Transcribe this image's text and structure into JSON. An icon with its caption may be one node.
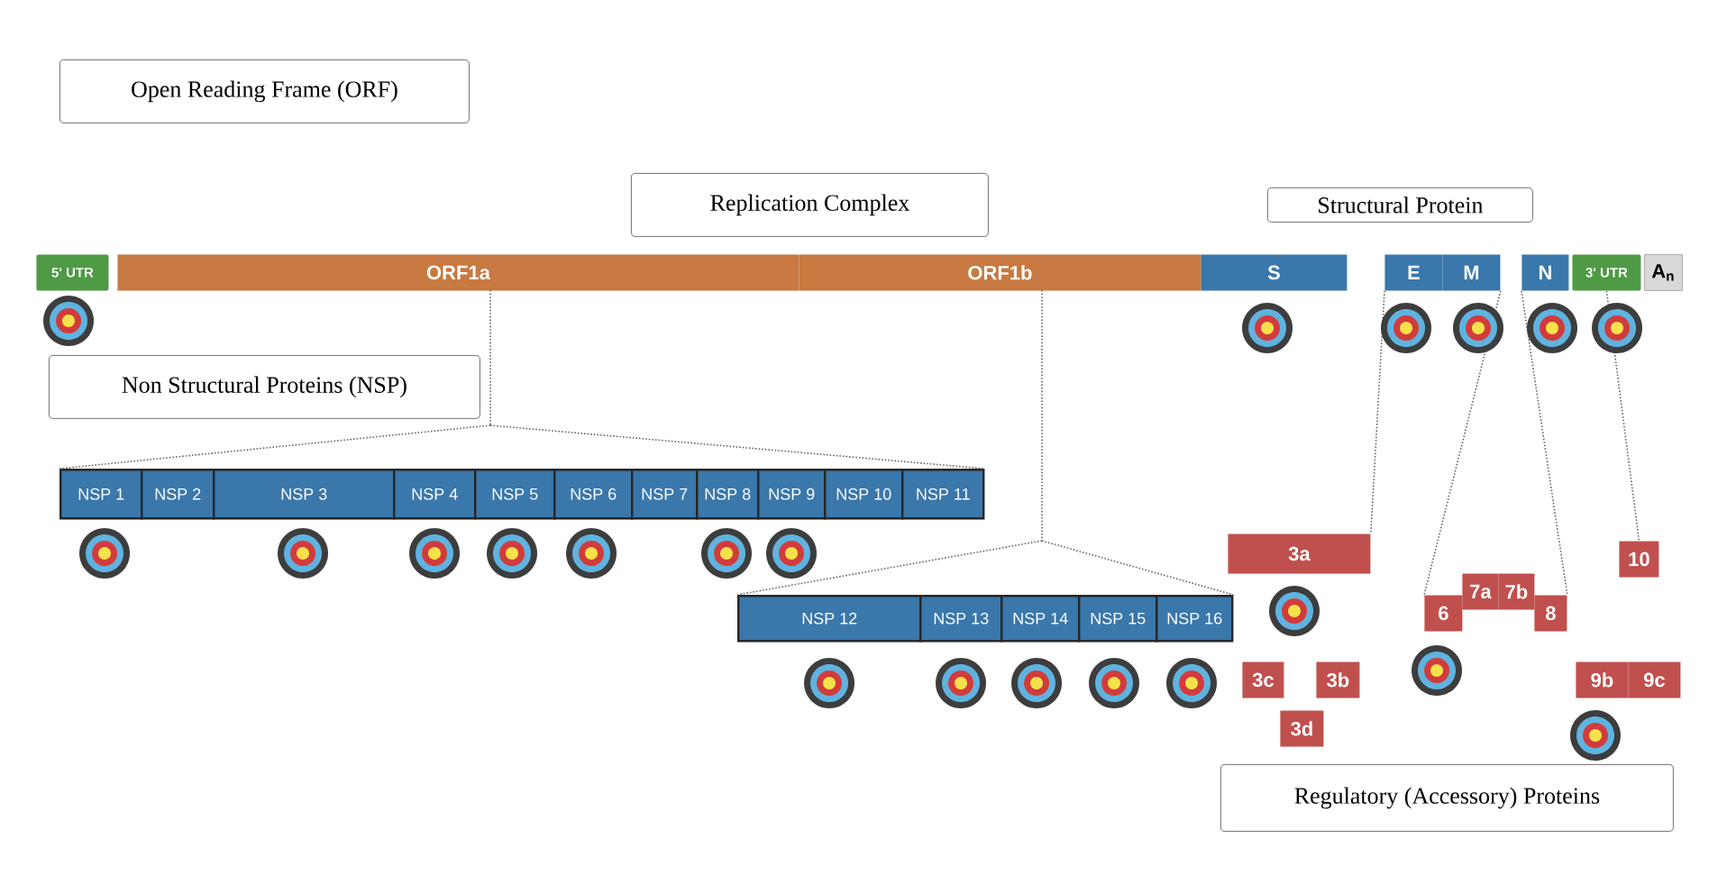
{
  "diagram": {
    "nodes": [
      {
        "text": [
          "Open Reading Frame (ORF)"
        ]
      },
      {
        "text": [
          "Replication Complex"
        ]
      },
      {
        "text": [
          "Structural Protein"
        ]
      },
      {
        "text": [
          "5' UTR"
        ]
      },
      {
        "text": [
          "ORF1a"
        ]
      },
      {
        "text": [
          "ORF1b"
        ]
      },
      {
        "text": [
          "S"
        ]
      },
      {
        "text": [
          "E"
        ]
      },
      {
        "text": [
          "M"
        ]
      },
      {
        "text": [
          "N"
        ]
      },
      {
        "text": [
          "3' UTR"
        ]
      },
      {
        "text": [
          "A$_{n}$"
        ]
      },
      {
        "text": [
          "Non Structural Proteins (NSP)"
        ]
      },
      {
        "text": [
          "NSP 1"
        ]
      },
      {
        "text": [
          "NSP 2"
        ]
      },
      {
        "text": [
          "NSP 3"
        ]
      },
      {
        "text": [
          "NSP 4"
        ]
      },
      {
        "text": [
          "NSP 5"
        ]
      },
      {
        "text": [
          "NSP 6"
        ]
      },
      {
        "text": [
          "NSP 7"
        ]
      },
      {
        "text": [
          "NSP 8"
        ]
      },
      {
        "text": [
          "NSP 9"
        ]
      },
      {
        "text": [
          "NSP 10"
        ]
      },
      {
        "text": [
          "NSP 11"
        ]
      },
      {
        "text": [
          "NSP 12"
        ]
      },
      {
        "text": [
          "NSP 13"
        ]
      },
      {
        "text": [
          "NSP 14"
        ]
      },
      {
        "text": [
          "NSP 15"
        ]
      },
      {
        "text": [
          "NSP 16"
        ]
      },
      {
        "text": [
          "3a"
        ]
      },
      {
        "text": [
          "3c"
        ]
      },
      {
        "text": [
          "3b"
        ]
      },
      {
        "text": [
          "3d"
        ]
      },
      {
        "text": [
          "6"
        ]
      },
      {
        "text": [
          "7a"
        ]
      },
      {
        "text": [
          "7b"
        ]
      },
      {
        "text": [
          "8"
        ]
      },
      {
        "text": [
          "10"
        ]
      },
      {
        "text": [
          "9b"
        ]
      },
      {
        "text": [
          "9c"
        ]
      },
      {
        "text": [
          "Regulatory (Accessory) Proteins"
        ]
      }
    ],
    "edges": [
      {
        "from": 4,
        "to": 13,
        "arrow": "none",
        "style": "dashed"
      },
      {
        "from": 4,
        "to": 23,
        "arrow": "none",
        "style": "dashed"
      },
      {
        "from": 5,
        "to": 24,
        "arrow": "none",
        "style": "dashed"
      },
      {
        "from": 5,
        "to": 28,
        "arrow": "none",
        "style": "dashed"
      },
      {
        "from": 7,
        "to": 29,
        "arrow": "none",
        "style": "dashed"
      },
      {
        "from": 8,
        "to": 33,
        "arrow": "none",
        "style": "dashed"
      },
      {
        "from": 9,
        "to": 36,
        "arrow": "none",
        "style": "dashed"
      },
      {
        "from": 10,
        "to": 37,
        "arrow": "none",
        "style": "dashed"
      }
    ]
  }
}
